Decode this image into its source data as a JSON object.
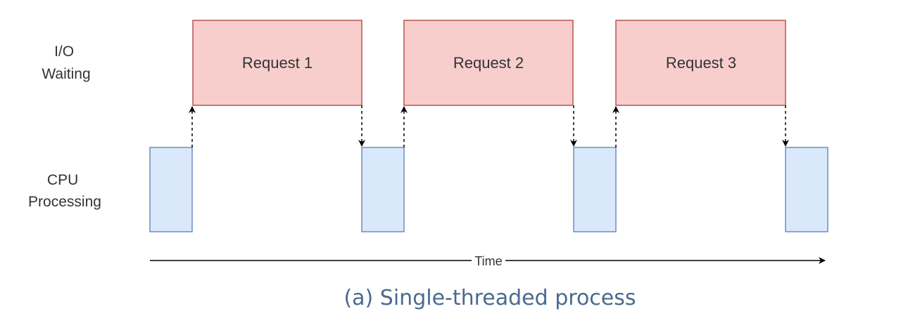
{
  "rows": {
    "io": [
      "I/O",
      "Waiting"
    ],
    "cpu": [
      "CPU",
      "Processing"
    ]
  },
  "requests": [
    "Request 1",
    "Request 2",
    "Request 3"
  ],
  "axis_label": "Time",
  "caption": "(a) Single-threaded process",
  "colors": {
    "request_fill": "#f8cecc",
    "request_stroke": "#b85450",
    "cpu_fill": "#dae8fc",
    "cpu_stroke": "#6c8ebf",
    "arrow": "#000000",
    "caption": "#4a6a8f"
  }
}
